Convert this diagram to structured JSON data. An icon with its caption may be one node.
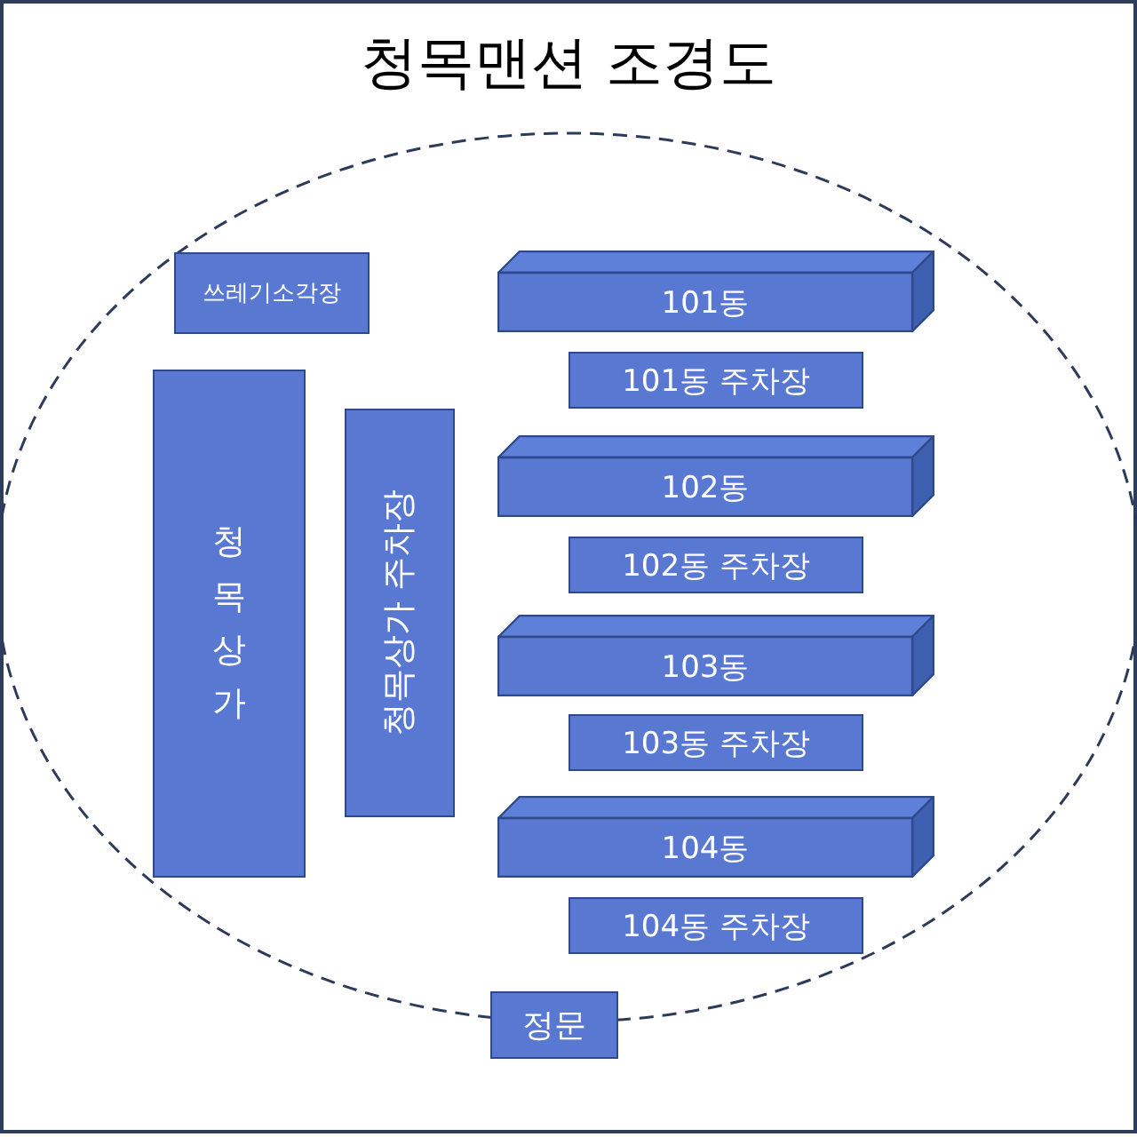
{
  "diagram": {
    "title": "청목맨션 조경도",
    "nodes": [
      {
        "text": [
          "쓰레기소각장"
        ]
      },
      {
        "text": [
          "청목상가"
        ]
      },
      {
        "text": [
          "청목상가 주차장"
        ]
      },
      {
        "text": [
          "101동"
        ]
      },
      {
        "text": [
          "101동 주차장"
        ]
      },
      {
        "text": [
          "102동"
        ]
      },
      {
        "text": [
          "102동 주차장"
        ]
      },
      {
        "text": [
          "103동"
        ]
      },
      {
        "text": [
          "103동 주차장"
        ]
      },
      {
        "text": [
          "104동"
        ]
      },
      {
        "text": [
          "104동 주차장"
        ]
      },
      {
        "text": [
          "정문"
        ]
      }
    ]
  }
}
